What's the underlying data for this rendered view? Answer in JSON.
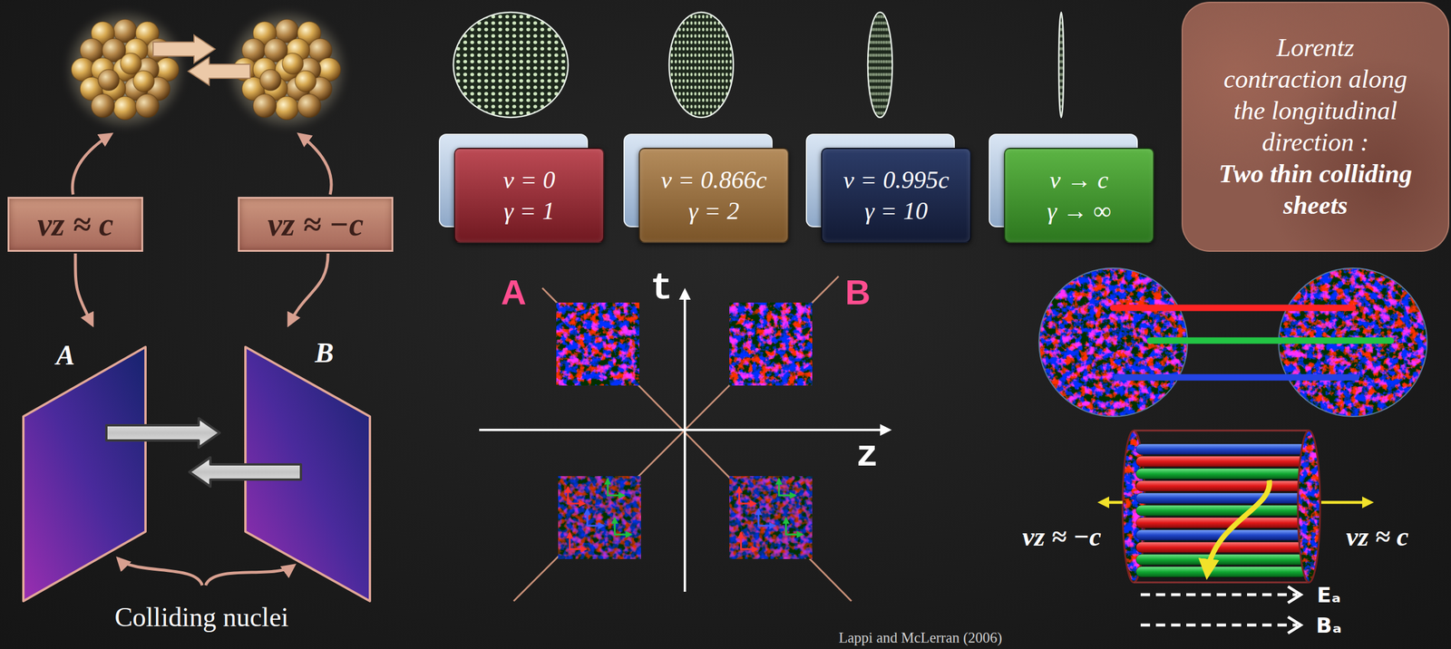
{
  "diagram": {
    "nodes": [
      {
        "text": [
          "vz ≈ c"
        ]
      },
      {
        "text": [
          "vz ≈ −c"
        ]
      },
      {
        "text": [
          "A"
        ]
      },
      {
        "text": [
          "B"
        ]
      },
      {
        "text": [
          "v = 0",
          "γ = 1"
        ]
      },
      {
        "text": [
          "v = 0.866c",
          "γ = 2"
        ]
      },
      {
        "text": [
          "v = 0.995c",
          "γ = 10"
        ]
      },
      {
        "text": [
          "v → c",
          "γ → ∞"
        ]
      },
      {
        "text": [
          "Lorentz contraction along the longitudinal direction :",
          "Two thin colliding sheets"
        ]
      }
    ],
    "edges": [
      {
        "from": 0,
        "to": 2,
        "arrow": "to"
      },
      {
        "from": 1,
        "to": 3,
        "arrow": "to"
      }
    ],
    "labels": [
      "Colliding nuclei",
      "A",
      "t",
      "B",
      "z",
      "vz ≈ −c",
      "vz ≈ c",
      "Eₐ",
      "Bₐ",
      "Lappi and McLerran (2006)"
    ]
  }
}
